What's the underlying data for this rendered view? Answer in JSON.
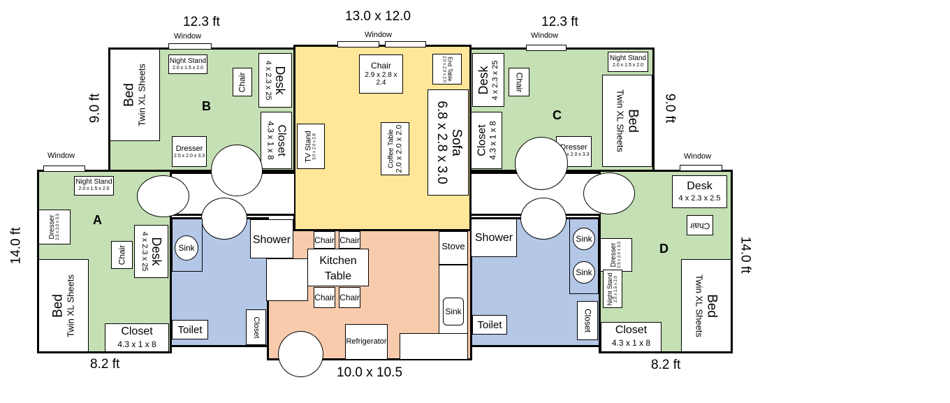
{
  "colors": {
    "bedroom": "#c5e0b4",
    "living": "#ffe699",
    "kitchen": "#f8cbad",
    "bath": "#b4c7e7"
  },
  "dims": {
    "top_left": "12.3 ft",
    "top_center": "13.0 x 12.0",
    "top_right": "12.3 ft",
    "left_b": "9.0 ft",
    "right_c": "9.0 ft",
    "left_a": "14.0 ft",
    "right_d": "14.0 ft",
    "bottom_left": "8.2 ft",
    "bottom_center": "10.0 x 10.5",
    "bottom_right": "8.2 ft"
  },
  "window_label": "Window",
  "rooms": {
    "a": "A",
    "b": "B",
    "c": "C",
    "d": "D"
  },
  "furniture": {
    "bed": "Bed",
    "bed_sub": "Twin XL Sheets",
    "night_stand": "Night Stand",
    "night_stand_dims": "2.0 x 1.5 x 2.0",
    "dresser": "Dresser",
    "dresser_dims": "2.5 x 2.0 x 3.3",
    "desk": "Desk",
    "desk_dims": "4 x 2.3 x 25",
    "desk_dims_d": "4 x 2.3 x 2.5",
    "chair": "Chair",
    "closet": "Closet",
    "closet_dims": "4.3 x 1 x 8",
    "living_chair_dims": "2.9 x 2.8 x 2.4",
    "end_table": "End Table",
    "end_table_dims": "2.0 x 2.0 x 2.0",
    "tv_stand": "TV Stand",
    "tv_stand_dims": "3.0 x 2.0 x 2.8",
    "coffee_table": "Coffee Table",
    "coffee_table_dims": "2.0 x 2.0 x 2.0",
    "sofa": "Sofa",
    "sofa_dims": "6.8 x 2.8 x 3.0",
    "sink": "Sink",
    "shower": "Shower",
    "toilet": "Toilet",
    "stove": "Stove",
    "kitchen_table": "Kitchen Table",
    "refrigerator": "Refrigerator"
  }
}
